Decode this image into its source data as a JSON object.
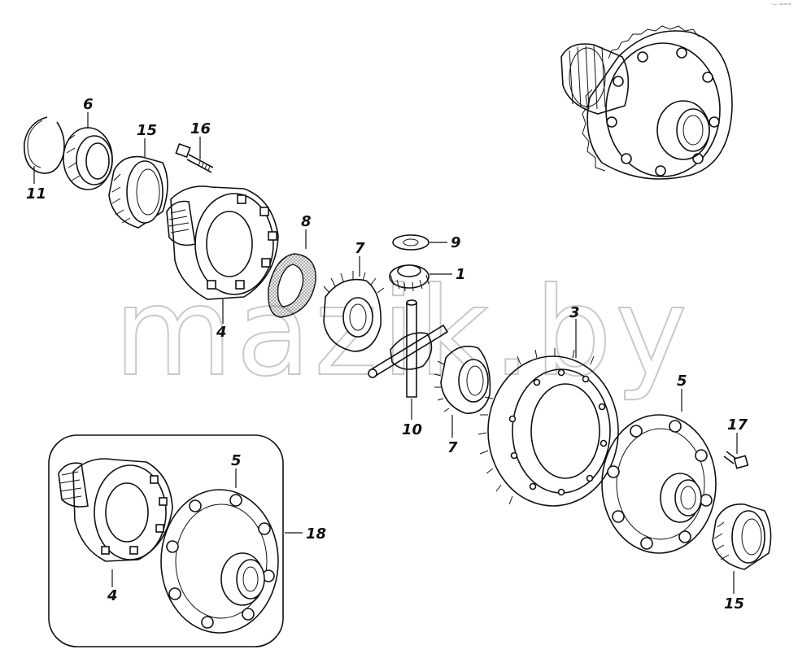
{
  "watermark": "mazik.by",
  "corner_mark": "·— ===",
  "callouts": {
    "c1": "1",
    "c3": "3",
    "c4a": "4",
    "c4b": "4",
    "c5a": "5",
    "c5b": "5",
    "c6": "6",
    "c7a": "7",
    "c7b": "7",
    "c8": "8",
    "c9": "9",
    "c10": "10",
    "c11": "11",
    "c15a": "15",
    "c15b": "15",
    "c16": "16",
    "c17": "17",
    "c18": "18"
  }
}
